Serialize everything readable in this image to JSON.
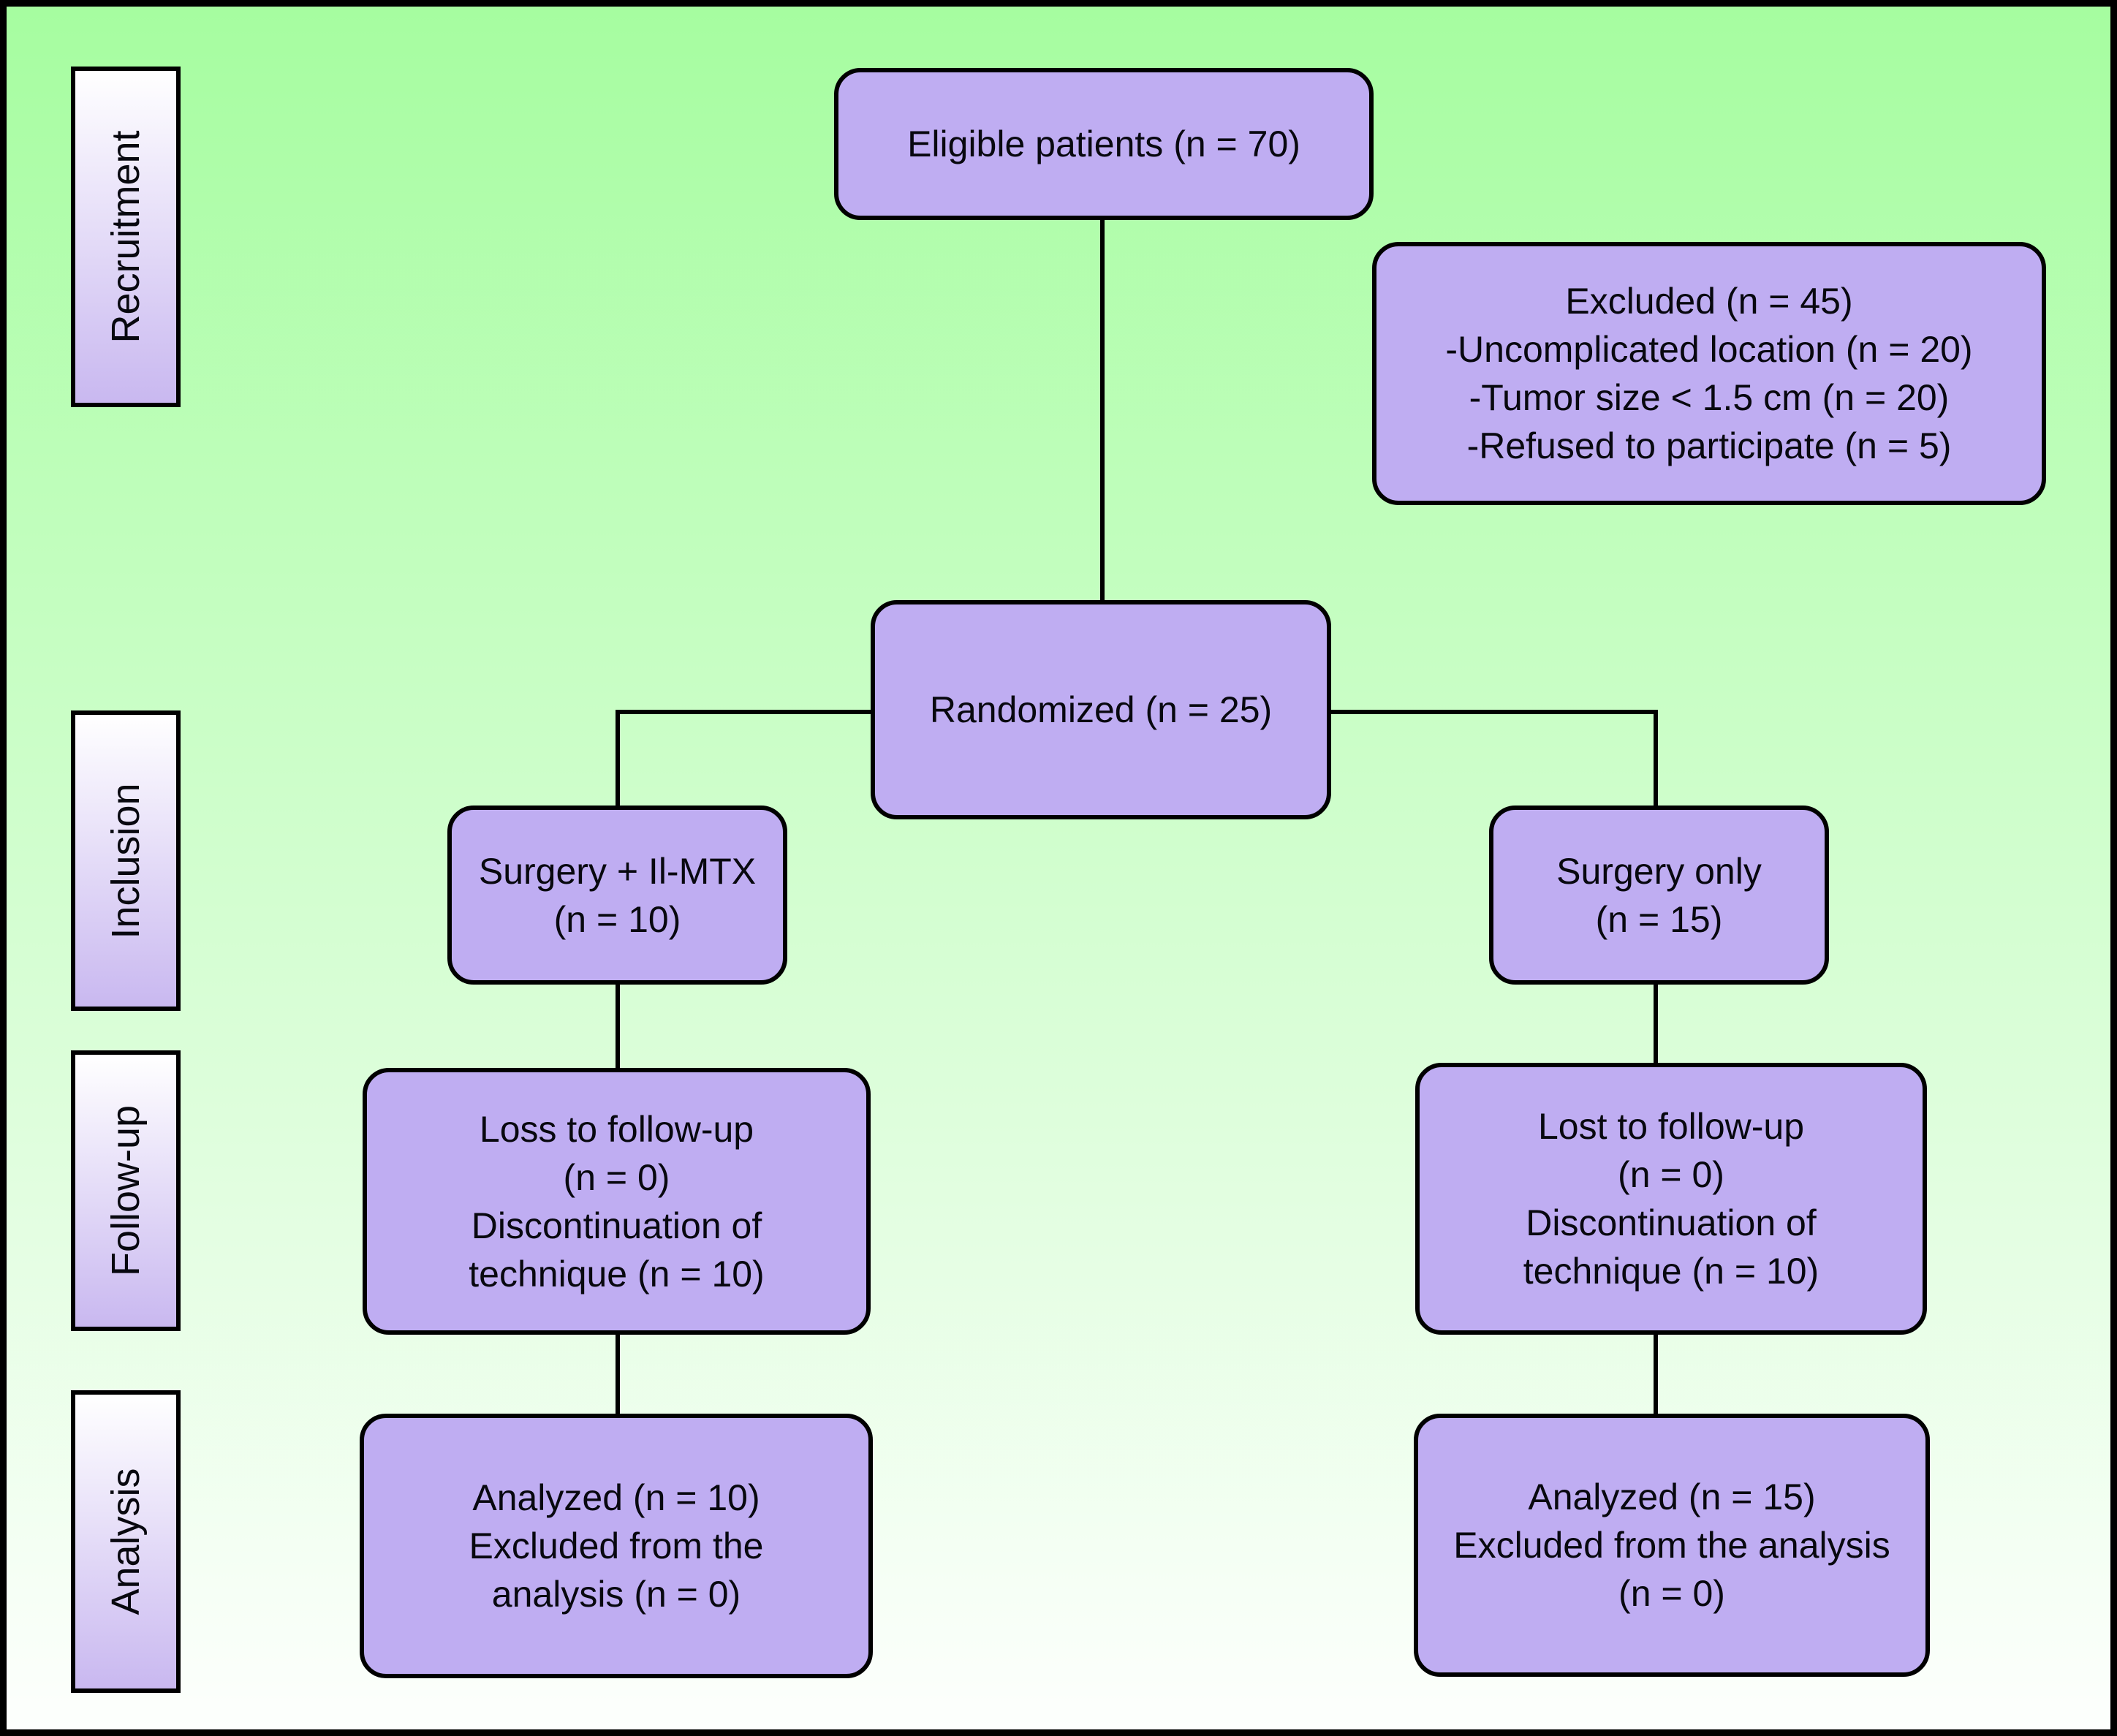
{
  "colors": {
    "background_top": "#a6fda0",
    "background_bottom": "#fdfffd",
    "box_fill": "#bfadf2",
    "sidebar_top": "#ffffff",
    "sidebar_bottom": "#c9b8f0",
    "line_color": "#000000",
    "text_color": "#08080f"
  },
  "sidebar": {
    "items": [
      {
        "label": "Recruitment"
      },
      {
        "label": "Inclusion"
      },
      {
        "label": "Follow-up"
      },
      {
        "label": "Analysis"
      }
    ]
  },
  "flow": {
    "eligible": {
      "lines": [
        "Eligible patients (n = 70)"
      ]
    },
    "excluded": {
      "lines": [
        "Excluded (n = 45)",
        "-Uncomplicated location (n = 20)",
        "-Tumor size < 1.5 cm (n = 20)",
        "-Refused to participate (n = 5)"
      ]
    },
    "randomized": {
      "lines": [
        "Randomized (n = 25)"
      ]
    },
    "arm_left": {
      "lines": [
        "Surgery + Il-MTX",
        "(n = 10)"
      ]
    },
    "arm_right": {
      "lines": [
        "Surgery only",
        "(n = 15)"
      ]
    },
    "followup_left": {
      "lines": [
        "Loss to follow-up",
        "(n = 0)",
        "Discontinuation of",
        "technique (n = 10)"
      ]
    },
    "followup_right": {
      "lines": [
        "Lost to follow-up",
        "(n = 0)",
        "Discontinuation of",
        "technique (n = 10)"
      ]
    },
    "analysis_left": {
      "lines": [
        "Analyzed (n = 10)",
        "Excluded from the",
        "analysis (n = 0)"
      ]
    },
    "analysis_right": {
      "lines": [
        "Analyzed (n = 15)",
        "Excluded from the analysis",
        "(n = 0)"
      ]
    }
  }
}
